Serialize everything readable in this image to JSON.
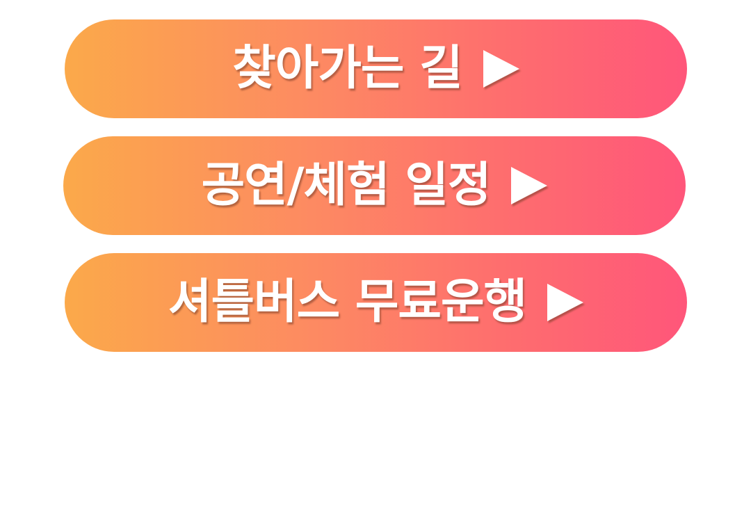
{
  "buttons": [
    {
      "label": "찾아가는 길",
      "icon": "play-arrow-icon"
    },
    {
      "label": "공연/체험 일정",
      "icon": "play-arrow-icon"
    },
    {
      "label": "셔틀버스 무료운행",
      "icon": "play-arrow-icon"
    }
  ],
  "colors": {
    "gradient_start": "#fba94a",
    "gradient_end": "#ff567a",
    "text": "#ffffff",
    "background": "#ffffff"
  }
}
